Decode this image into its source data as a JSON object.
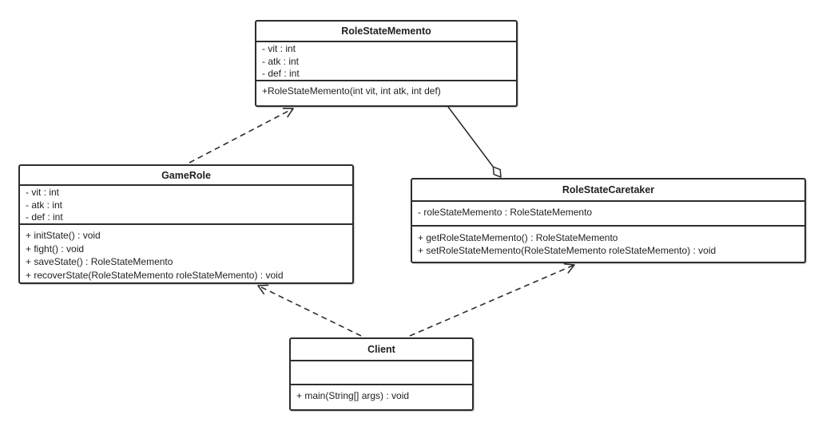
{
  "canvas": {
    "background": "#ffffff",
    "line_color": "#2d2d2d",
    "text_color": "#1f1f1f"
  },
  "classes": {
    "roleStateMemento": {
      "name": "RoleStateMemento",
      "attributes": [
        "- vit : int",
        "- atk : int",
        "- def : int"
      ],
      "methods": [
        "+RoleStateMemento(int vit, int atk, int def)"
      ]
    },
    "gameRole": {
      "name": "GameRole",
      "attributes": [
        "- vit : int",
        "- atk : int",
        "- def : int"
      ],
      "methods": [
        "+ initState() : void",
        "+ fight() : void",
        "+ saveState() : RoleStateMemento",
        "+ recoverState(RoleStateMemento roleStateMemento) : void"
      ]
    },
    "roleStateCaretaker": {
      "name": "RoleStateCaretaker",
      "attributes": [
        "- roleStateMemento : RoleStateMemento"
      ],
      "methods": [
        "+ getRoleStateMemento() : RoleStateMemento",
        "+ setRoleStateMemento(RoleStateMemento roleStateMemento) : void"
      ]
    },
    "client": {
      "name": "Client",
      "attributes": [],
      "methods": [
        "+ main(String[] args) : void"
      ]
    }
  },
  "relationships": [
    {
      "from": "GameRole",
      "to": "RoleStateMemento",
      "type": "dependency",
      "line": "dashed-open-arrow"
    },
    {
      "from": "RoleStateCaretaker",
      "to": "RoleStateMemento",
      "type": "aggregation",
      "line": "solid-hollow-diamond"
    },
    {
      "from": "Client",
      "to": "GameRole",
      "type": "dependency",
      "line": "dashed-open-arrow"
    },
    {
      "from": "Client",
      "to": "RoleStateCaretaker",
      "type": "dependency",
      "line": "dashed-open-arrow"
    }
  ]
}
